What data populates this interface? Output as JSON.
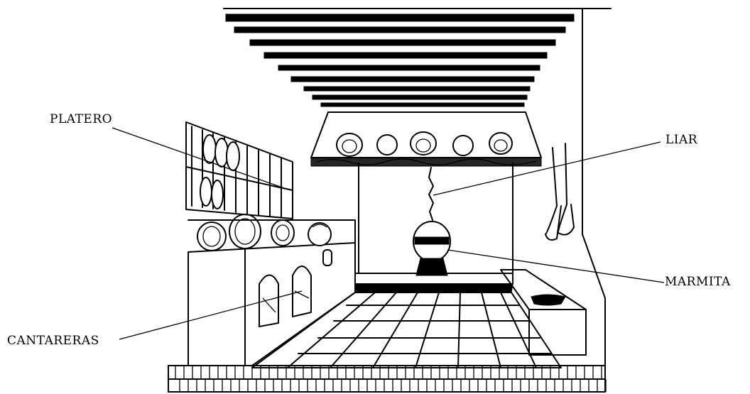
{
  "labels": {
    "platero": "PLATERO",
    "liar": "LIAR",
    "marmita": "MARMITA",
    "cantareras": "CANTARERAS"
  }
}
